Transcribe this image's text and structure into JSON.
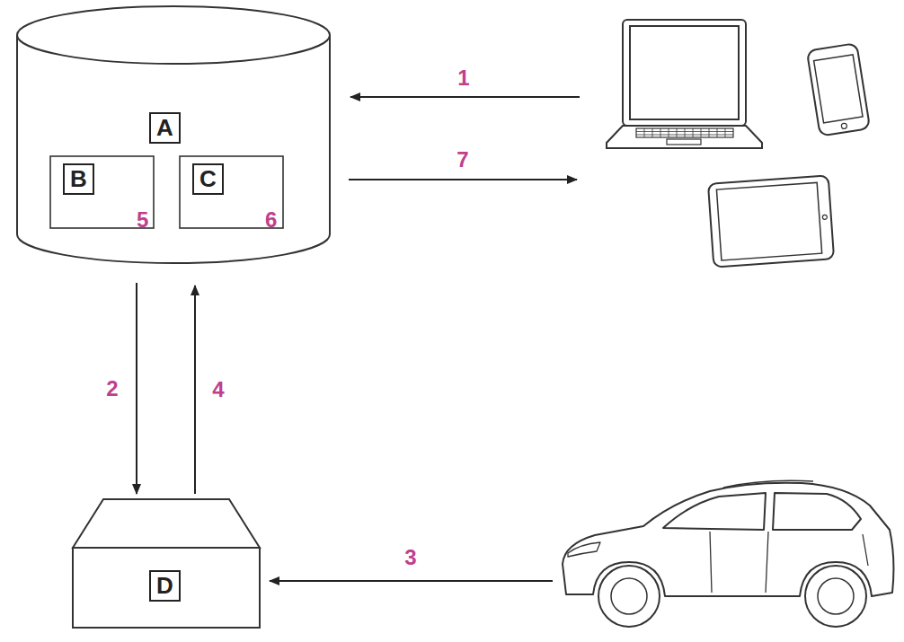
{
  "diagram": {
    "nodes": [
      {
        "text": [
          "A"
        ]
      },
      {
        "text": [
          "B",
          "5"
        ],
        "in": 0
      },
      {
        "text": [
          "C",
          "6"
        ],
        "in": 0
      },
      {
        "text": [
          "D"
        ]
      }
    ],
    "edges": [
      {
        "from": 0,
        "to": 3,
        "arrow": "to",
        "label": "2"
      },
      {
        "from": 3,
        "to": 0,
        "arrow": "to",
        "label": "4"
      }
    ],
    "labels": [
      "1",
      "7",
      "3"
    ]
  }
}
